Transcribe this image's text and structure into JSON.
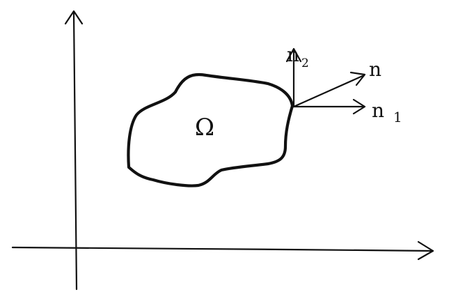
{
  "labels": {
    "region": "Ω",
    "normal": "n",
    "normal_x": "n",
    "normal_x_sub": "1",
    "normal_y": "n",
    "normal_y_sub": "2"
  },
  "colors": {
    "ink": "#111111",
    "background": "#ffffff"
  }
}
